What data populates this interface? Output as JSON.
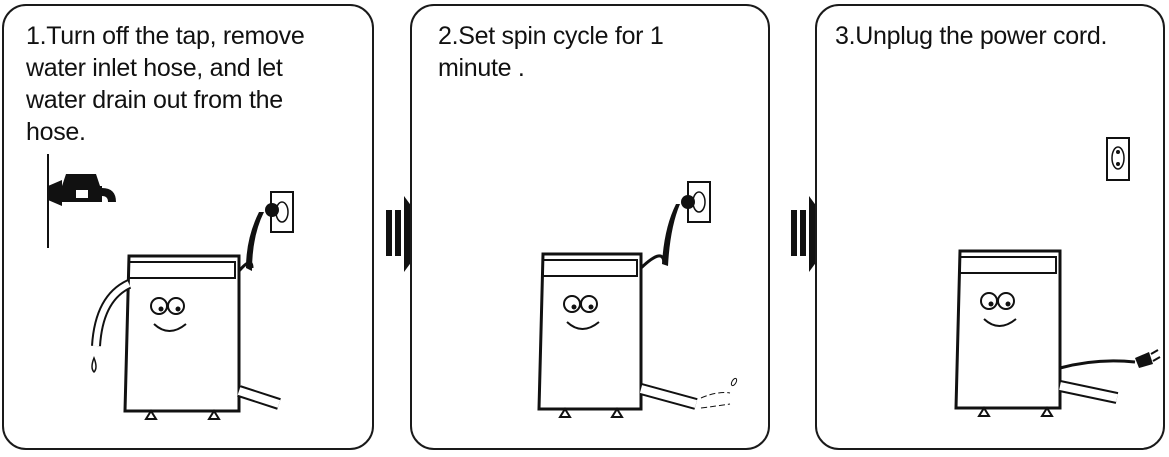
{
  "steps": [
    {
      "number": "1.",
      "text": "Turn off the tap, remove\nwater inlet hose, and let\nwater drain out from the\nhose."
    },
    {
      "number": "2.",
      "text": "Set spin  cycle  for  1\nminute ."
    },
    {
      "number": "3.",
      "text": "Unplug the power cord."
    }
  ],
  "icons": {
    "arrow": "right-arrow-icon",
    "washer": "washing-machine-icon",
    "outlet": "wall-outlet-icon",
    "tap": "water-tap-icon",
    "plug": "power-plug-icon"
  },
  "colors": {
    "ink": "#111111",
    "background": "#ffffff"
  }
}
